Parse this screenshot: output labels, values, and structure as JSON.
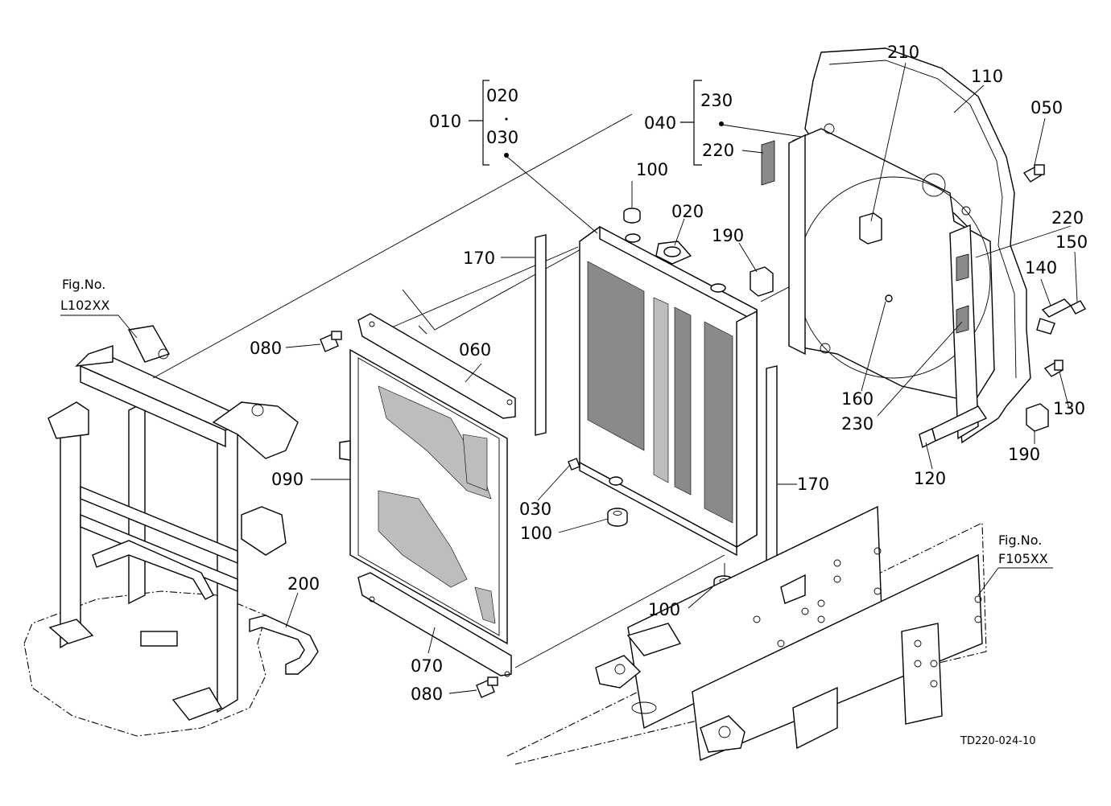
{
  "diagram": {
    "drawing_code": "TD220-024-10",
    "references": [
      {
        "id": "fig-l102",
        "line1": "Fig.No.",
        "line2": "L102XX"
      },
      {
        "id": "fig-f105",
        "line1": "Fig.No.",
        "line2": "F105XX"
      }
    ],
    "groups": [
      {
        "id": "010",
        "members": [
          "020",
          "030"
        ]
      },
      {
        "id": "040",
        "members": [
          "230",
          "220"
        ]
      }
    ],
    "callouts": [
      "010",
      "020",
      "030",
      "040",
      "230",
      "220",
      "210",
      "110",
      "050",
      "100",
      "020",
      "190",
      "170",
      "220",
      "150",
      "140",
      "080",
      "060",
      "160",
      "230",
      "130",
      "090",
      "120",
      "190",
      "030",
      "100",
      "170",
      "100",
      "200",
      "070",
      "080"
    ]
  }
}
